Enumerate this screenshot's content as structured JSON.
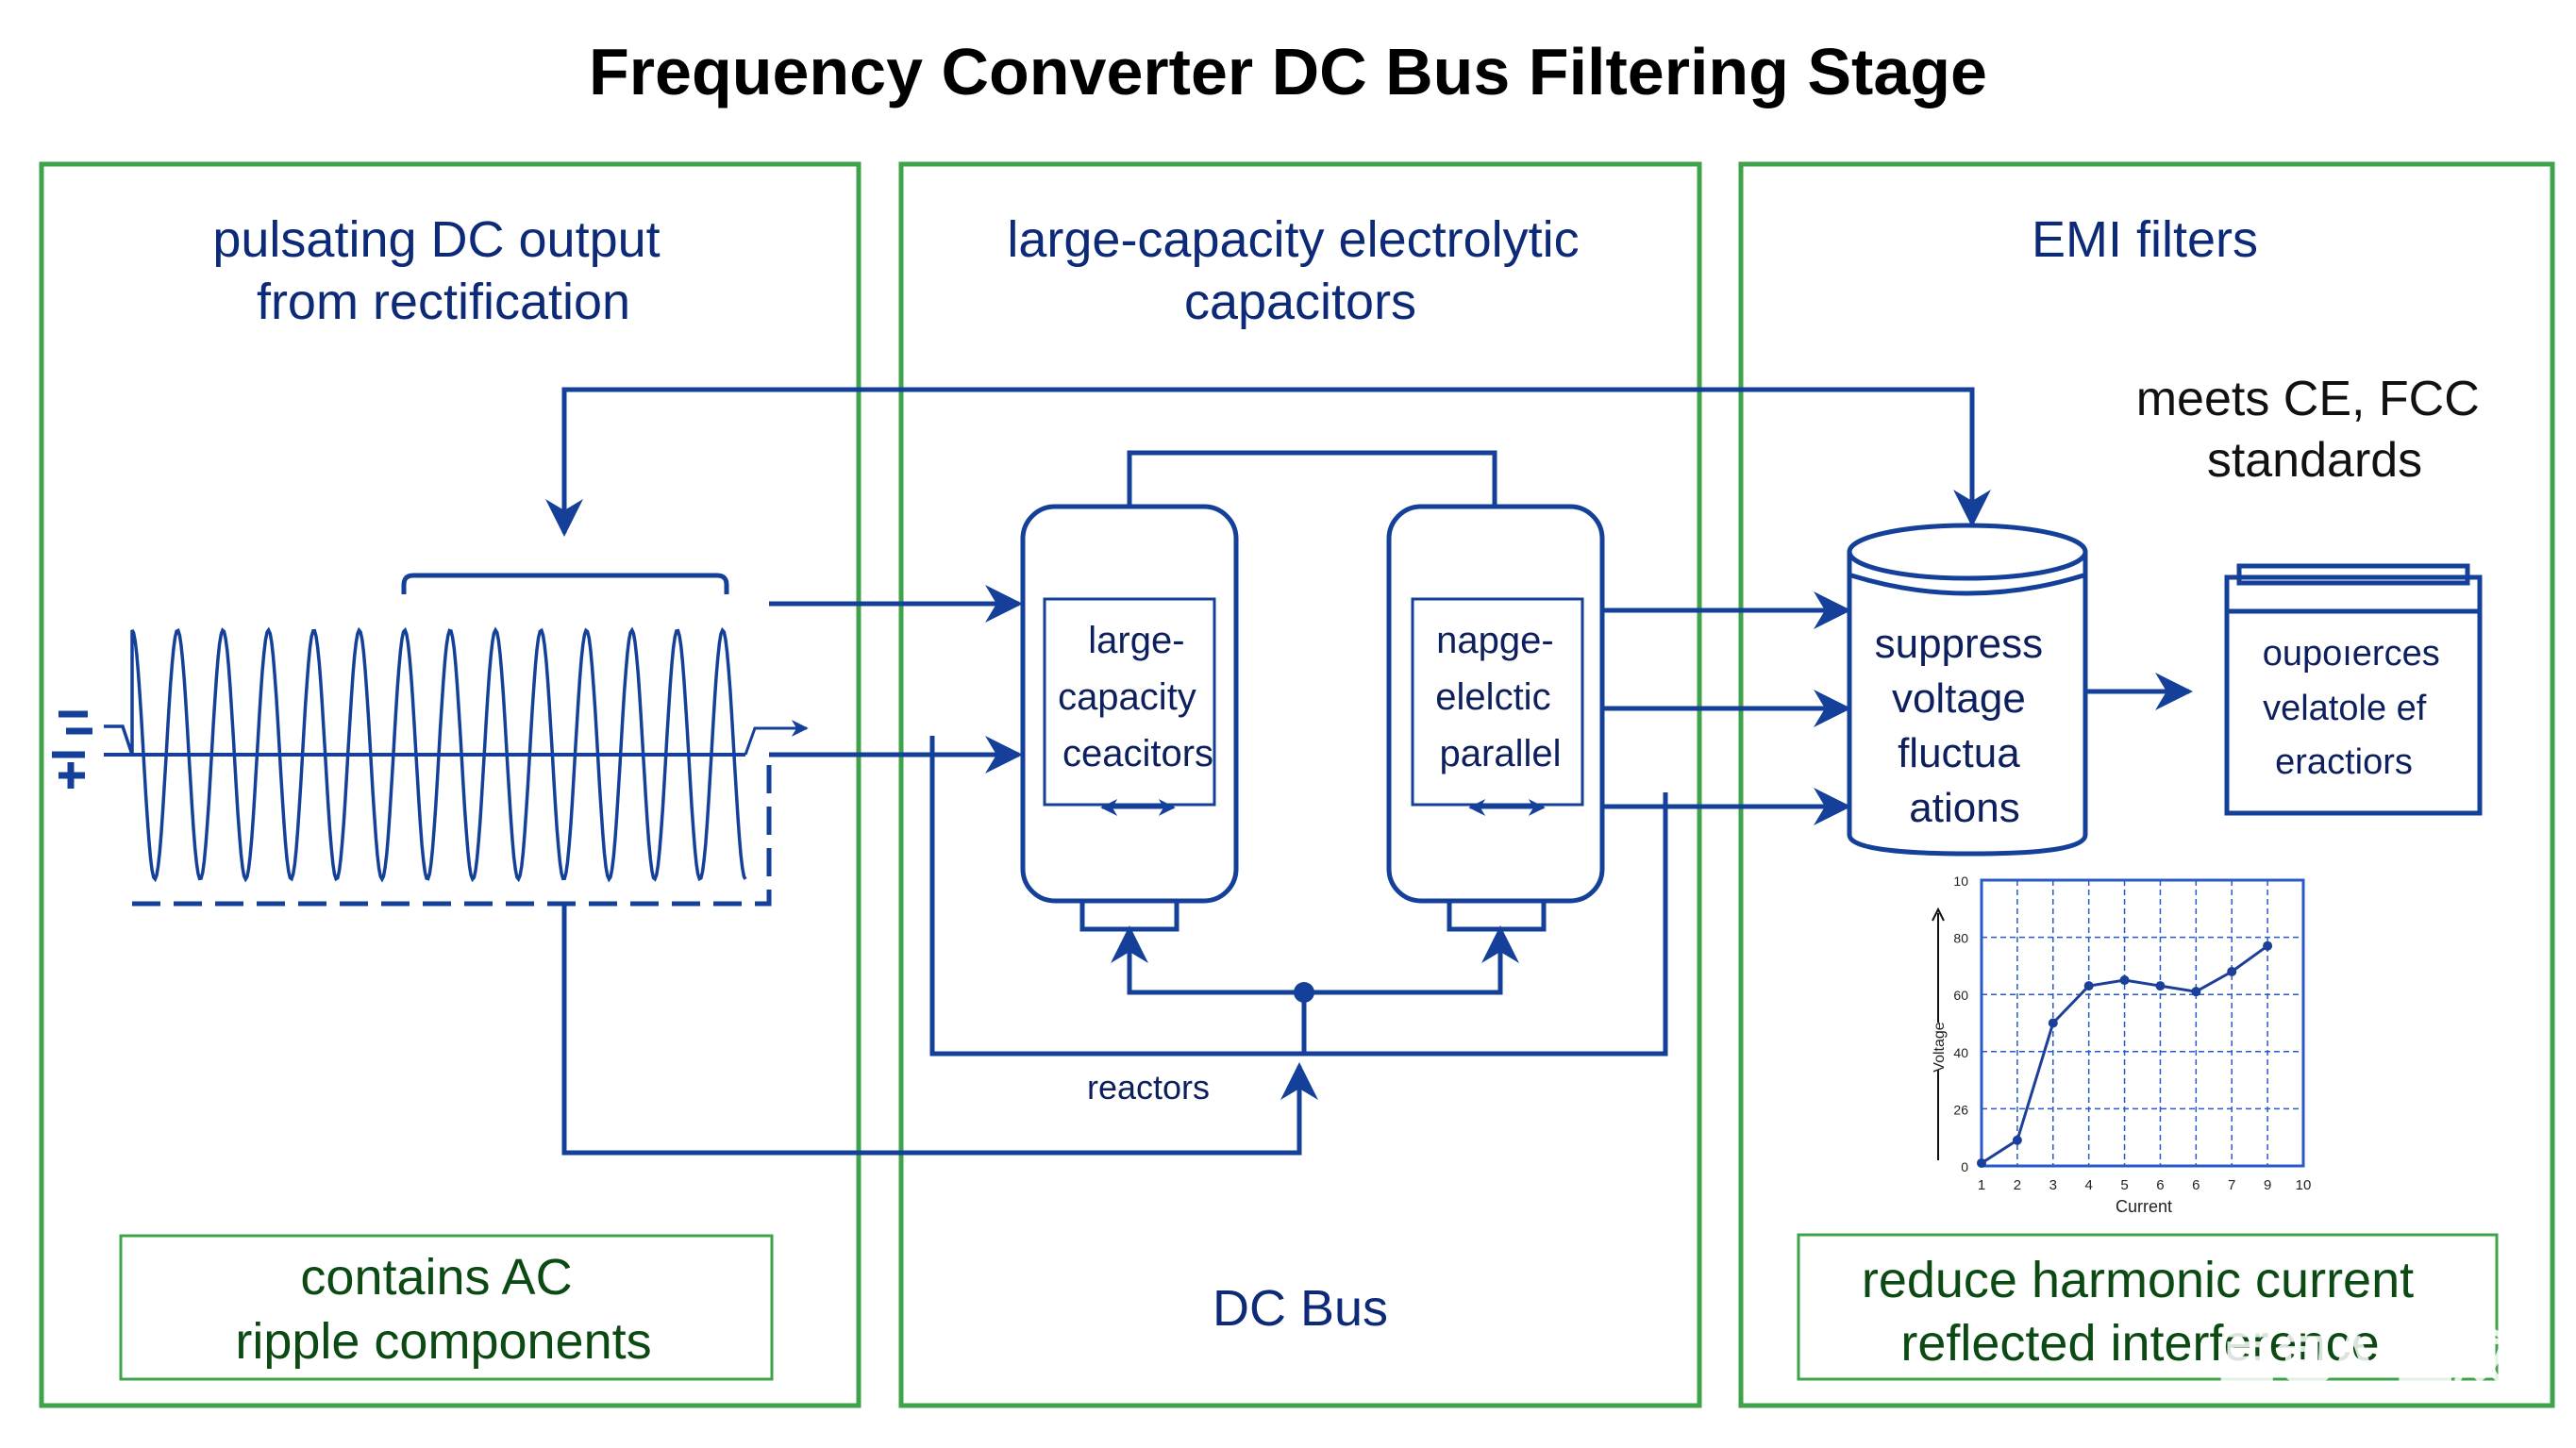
{
  "title": "Frequency Converter DC Bus Filtering Stage",
  "colors": {
    "wire": "#14409a",
    "panel_border": "#3fa34a",
    "heading_text": "#0d2a78",
    "note_text": "#0b4a12"
  },
  "panels": [
    {
      "heading_lines": [
        "pulsating DC output",
        "from rectification"
      ],
      "note_lines": [
        "contains AC",
        "ripple components"
      ],
      "waveform": {
        "cycles": 13,
        "polarity_symbols": [
          "−",
          "+"
        ]
      }
    },
    {
      "heading_lines": [
        "large-capacity electrolytic",
        "capacitors"
      ],
      "capacitors": [
        {
          "lines": [
            "large-",
            "capacity",
            "ceacitors"
          ]
        },
        {
          "lines": [
            "napge-",
            "elelctic",
            "parallel"
          ]
        }
      ],
      "reactors_label": "reactors",
      "footer": "DC Bus"
    },
    {
      "heading_lines": [
        "EMI filters"
      ],
      "standards_lines": [
        "meets CE, FCC",
        "standards"
      ],
      "cylinder_lines": [
        "suppress",
        "voltage",
        "fluctua",
        "ations"
      ],
      "output_box_lines": [
        "oupoıerces",
        "velatole ef",
        "eractiors"
      ],
      "note_lines": [
        "reduce harmonic current",
        "reflected interference"
      ]
    }
  ],
  "watermark": "豆包AI生成",
  "chart_data": {
    "type": "line",
    "title": "",
    "xlabel": "Current",
    "ylabel": "Voltage",
    "x_tick_labels": [
      "1",
      "2",
      "3",
      "4",
      "5",
      "6",
      "6",
      "7",
      "9",
      "10"
    ],
    "y_tick_labels": [
      "0",
      "26",
      "40",
      "60",
      "80",
      "10"
    ],
    "y_tick_values": [
      0,
      20,
      40,
      60,
      80,
      100
    ],
    "ylim": [
      0,
      100
    ],
    "x_positions": [
      1,
      2,
      3,
      4,
      5,
      6,
      7,
      8,
      9,
      10
    ],
    "grid": true,
    "series": [
      {
        "name": "Voltage",
        "x": [
          1,
          2,
          3,
          4,
          5,
          6,
          7,
          8,
          9
        ],
        "values": [
          1,
          9,
          50,
          63,
          65,
          63,
          61,
          68,
          77
        ]
      }
    ]
  }
}
